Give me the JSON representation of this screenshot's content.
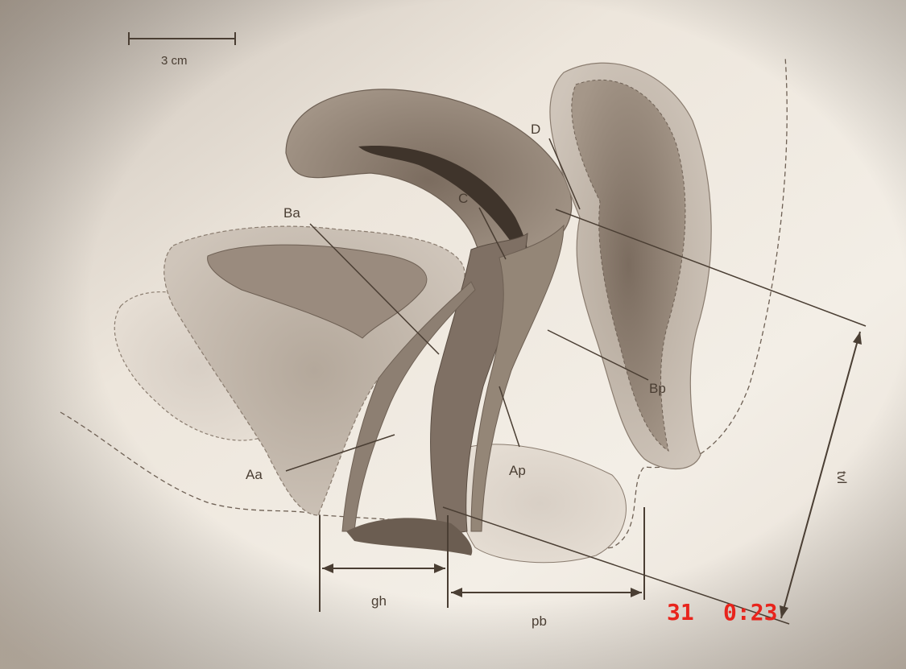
{
  "scale_bar": {
    "label": "3 cm"
  },
  "labels": {
    "ba": "Ba",
    "c": "C",
    "d": "D",
    "aa": "Aa",
    "ap": "Ap",
    "bp": "Bp",
    "tvl": "tvl",
    "gh": "gh",
    "pb": "pb"
  },
  "timestamp": {
    "day": "31",
    "time": "0:23"
  },
  "colors": {
    "paper": "#efe8df",
    "ink": "#4a3e33",
    "stamp": "#e8241c"
  }
}
